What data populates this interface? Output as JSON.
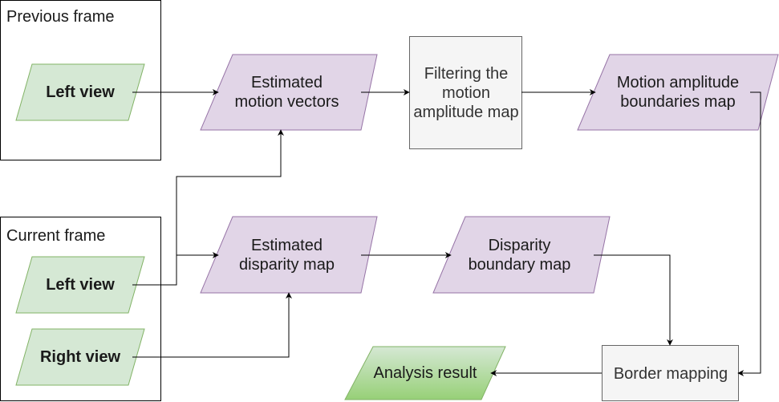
{
  "frames": {
    "previous": "Previous frame",
    "current": "Current frame"
  },
  "nodes": {
    "prev_left_view": "Left view",
    "cur_left_view": "Left view",
    "cur_right_view": "Right view",
    "estimated_motion_vectors": "Estimated\nmotion vectors",
    "filtering": "Filtering the\nmotion\namplitude map",
    "motion_amplitude_boundaries": "Motion amplitude\nboundaries map",
    "estimated_disparity_map": "Estimated\ndisparity map",
    "disparity_boundary_map": "Disparity\nboundary map",
    "border_mapping": "Border mapping",
    "analysis_result": "Analysis result"
  },
  "colors": {
    "input_fill": "#d5e8d4",
    "input_stroke": "#82b366",
    "process_fill": "#e1d5e7",
    "process_stroke": "#9673a6",
    "grey_fill": "#f5f5f5",
    "grey_stroke": "#666666",
    "result_top": "#d5e8d4",
    "result_bottom": "#97d077"
  }
}
